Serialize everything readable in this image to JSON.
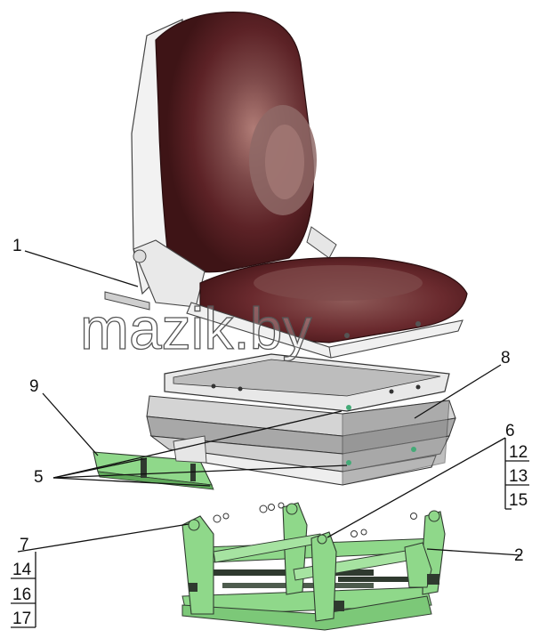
{
  "callouts": {
    "c1": "1",
    "c2": "2",
    "c5": "5",
    "c6": "6",
    "c7": "7",
    "c8": "8",
    "c9": "9",
    "c12": "12",
    "c13": "13",
    "c14": "14",
    "c15": "15",
    "c16": "16",
    "c17": "17"
  },
  "watermark": "mazik.by",
  "colors": {
    "seat_dark": "#5a1f22",
    "seat_mid": "#7a3035",
    "seat_highlight": "#9a6a68",
    "frame_grey": "#d8d8d8",
    "rubber_grey": "#9c9c9c",
    "bracket_green": "#8fd88a",
    "bracket_dark": "#2f3a2f"
  }
}
